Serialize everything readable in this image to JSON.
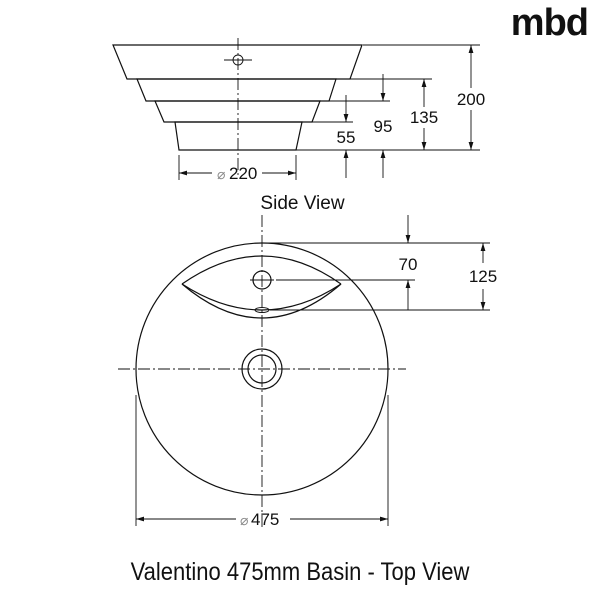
{
  "logo": "mbd",
  "side_view": {
    "title": "Side View",
    "dimensions": {
      "d55": "55",
      "d95": "95",
      "d135": "135",
      "d200": "200",
      "diameter_base": "220",
      "diameter_symbol": "⌀"
    }
  },
  "top_view": {
    "dimensions": {
      "d70": "70",
      "d125": "125",
      "diameter_outer": "475",
      "diameter_symbol": "⌀"
    }
  },
  "caption": "Valentino 475mm Basin - Top View"
}
